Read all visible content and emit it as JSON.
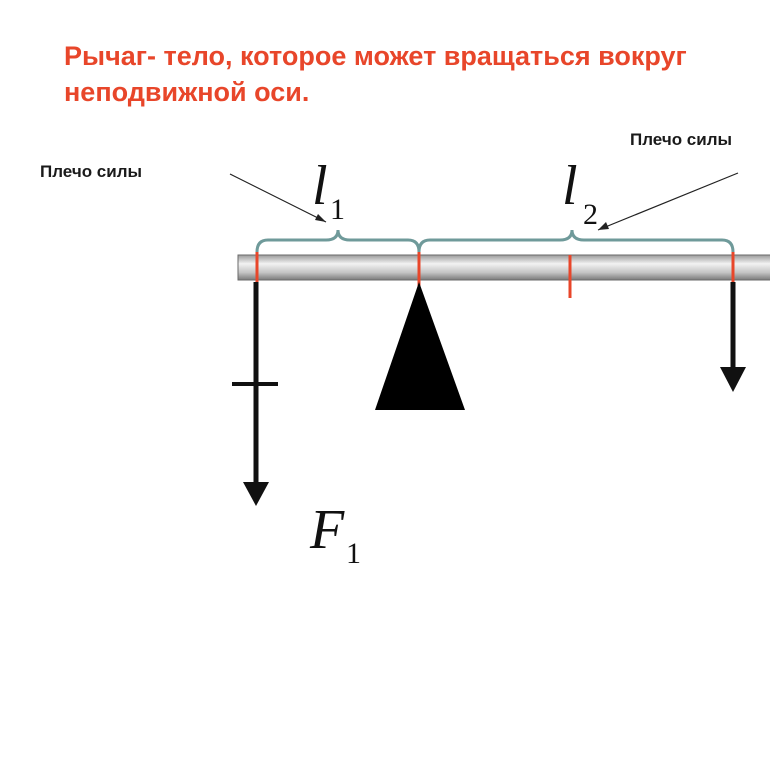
{
  "title": {
    "line1": "Рычаг- тело, которое может вращаться вокруг",
    "line2": "неподвижной оси."
  },
  "labels": {
    "arm_left": "Плечо силы",
    "arm_right": "Плечо силы"
  },
  "symbols": {
    "l1_main": "l",
    "l1_sub": "1",
    "l2_main": "l",
    "l2_sub": "2",
    "f1_main": "F",
    "f1_sub": "1"
  },
  "colors": {
    "title": "#e8462a",
    "brace": "#6f9a9a",
    "marks": "#e8462a",
    "beam": "#c8c8c8",
    "arrows": "#111111"
  }
}
